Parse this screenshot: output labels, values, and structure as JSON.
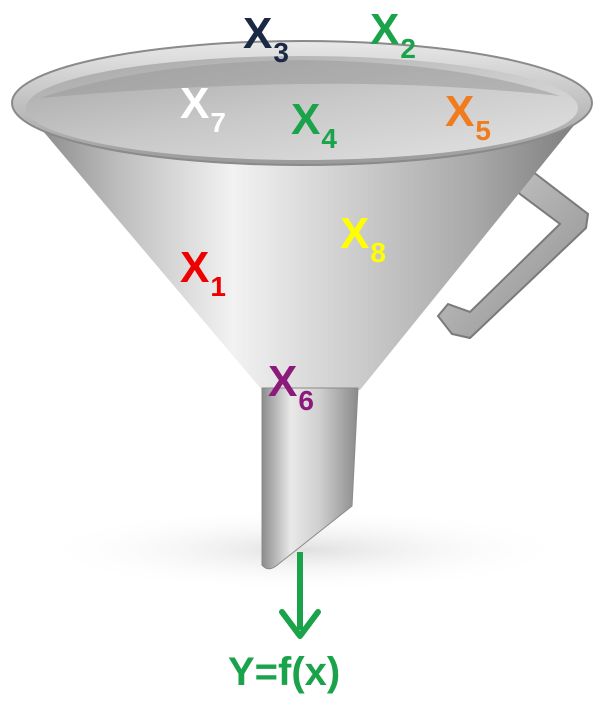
{
  "variables": [
    {
      "letter": "X",
      "sub": "3",
      "color": "#1b2a44"
    },
    {
      "letter": "X",
      "sub": "2",
      "color": "#1aa34a"
    },
    {
      "letter": "X",
      "sub": "7",
      "color": "#ffffff"
    },
    {
      "letter": "X",
      "sub": "4",
      "color": "#1aa34a"
    },
    {
      "letter": "X",
      "sub": "5",
      "color": "#f07c1e"
    },
    {
      "letter": "X",
      "sub": "8",
      "color": "#ffff00"
    },
    {
      "letter": "X",
      "sub": "1",
      "color": "#ee0000"
    },
    {
      "letter": "X",
      "sub": "6",
      "color": "#8b1a7a"
    }
  ],
  "output": {
    "label": "Y=f(x)",
    "color": "#1aa34a"
  },
  "colors": {
    "arrow": "#1aa34a",
    "metal_light": "#e6e6e6",
    "metal_dark": "#8a8a8a"
  }
}
